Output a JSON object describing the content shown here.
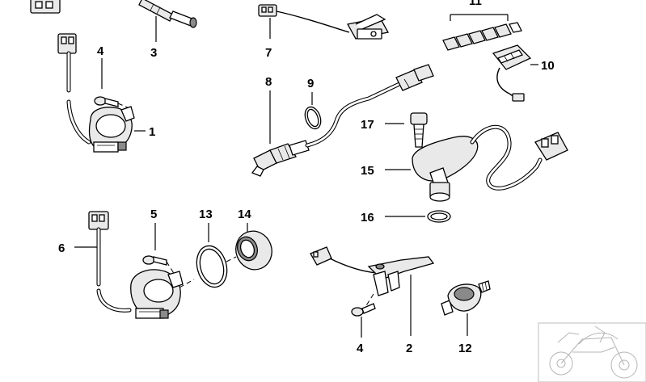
{
  "callouts": {
    "c1": "1",
    "c2": "2",
    "c3": "3",
    "c4a": "4",
    "c4b": "4",
    "c5": "5",
    "c6": "6",
    "c7": "7",
    "c8": "8",
    "c9": "9",
    "c10": "10",
    "c11": "11",
    "c12": "12",
    "c13": "13",
    "c14": "14",
    "c15": "15",
    "c16": "16",
    "c17": "17"
  },
  "colors": {
    "line": "#000000",
    "background": "#ffffff",
    "shade": "#e9e9e9"
  }
}
